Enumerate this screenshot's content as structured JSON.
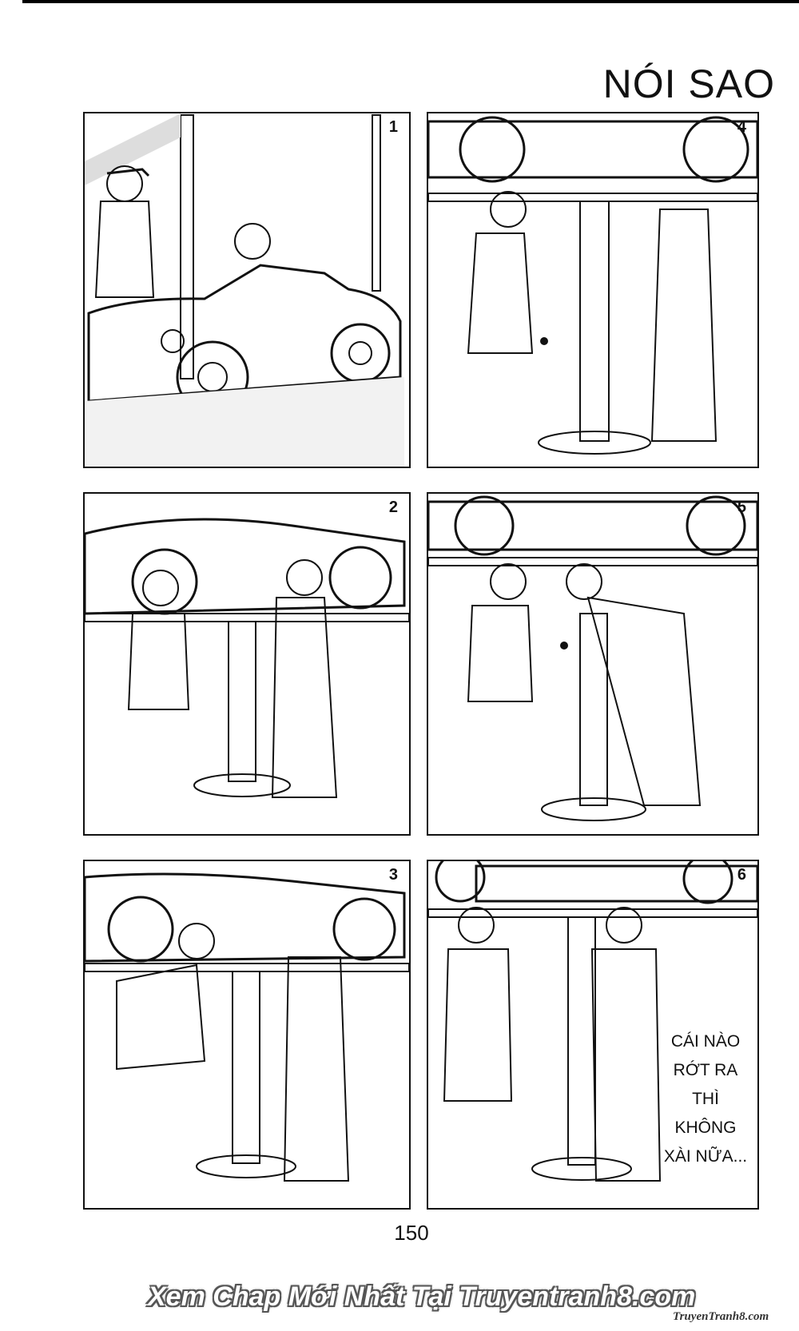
{
  "page": {
    "title": "NÓI SAO",
    "page_number": "150",
    "caption_lines": [
      "CÁI NÀO",
      "RỚT RA",
      "THÌ",
      "KHÔNG",
      "XÀI NỮA..."
    ],
    "banner": "Xem Chap Mới Nhất Tại Truyentranh8.com",
    "watermark": "TruyenTranh8.com"
  },
  "panels": [
    {
      "number": "1"
    },
    {
      "number": "2"
    },
    {
      "number": "3"
    },
    {
      "number": "4"
    },
    {
      "number": "5"
    },
    {
      "number": "6"
    }
  ],
  "colors": {
    "ink": "#111111",
    "paper": "#ffffff"
  }
}
